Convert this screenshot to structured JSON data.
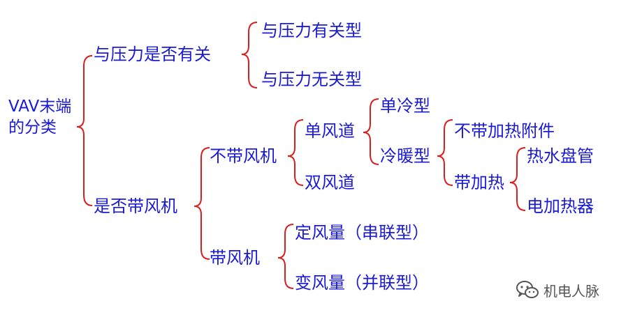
{
  "diagram": {
    "root": {
      "line1": "VAV末端",
      "line2": "的分类"
    },
    "pressure": {
      "label": "与压力是否有关",
      "children": [
        "与压力有关型",
        "与压力无关型"
      ]
    },
    "fan": {
      "label": "是否带风机",
      "no_fan": {
        "label": "不带风机",
        "single_duct": {
          "label": "单风道",
          "children": [
            "单冷型",
            "冷暖型"
          ]
        },
        "dual_duct": "双风道",
        "heat_options": [
          "不带加热附件",
          "带加热"
        ],
        "heaters": [
          "热水盘管",
          "电加热器"
        ]
      },
      "with_fan": {
        "label": "带风机",
        "children": [
          "定风量（串联型）",
          "变风量（并联型）"
        ]
      }
    },
    "colors": {
      "text": "#1a1ad6",
      "brace": "#d62020"
    }
  },
  "watermark": {
    "text": "机电人脉",
    "icon": "wechat-icon"
  }
}
